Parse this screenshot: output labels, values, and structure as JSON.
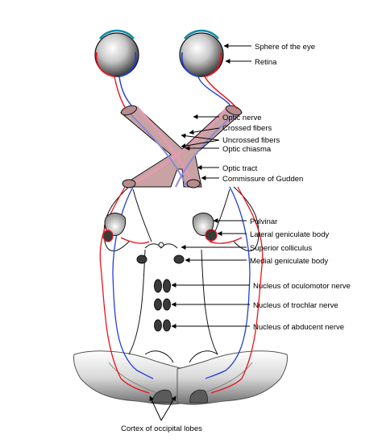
{
  "labels": {
    "eye_sphere": "Sphere of the eye",
    "retina": "Retina",
    "optic_nerve": "Optic nerve",
    "crossed_fibers": "Crossed fibers",
    "uncrossed_fibers": "Uncrossed fibers",
    "optic_chiasma": "Optic chiasma",
    "optic_tract": "Optic tract",
    "commissure_gudden": "Commissure of Gudden",
    "pulvinar": "Pulvinar",
    "lateral_geniculate": "Lateral geniculate body",
    "superior_colliculus": "Superior colliculus",
    "medial_geniculate": "Medial geniculate body",
    "oculomotor_nucleus": "Nucleus of oculomotor nerve",
    "trochlar_nucleus": "Nucleus of trochlar nerve",
    "abducent_nucleus": "Nucleus of abducent nerve",
    "occipital_cortex": "Cortex of occipital lobes"
  },
  "colors": {
    "fiber_red": "#e8141b",
    "fiber_blue": "#1f3fd6",
    "tract_fill": "#c9a3a3",
    "chiasma_pink": "#e59ab6",
    "chiasma_blue": "#8a8ad8",
    "outline": "#000000",
    "nucleus_fill": "#3a3a3a"
  }
}
